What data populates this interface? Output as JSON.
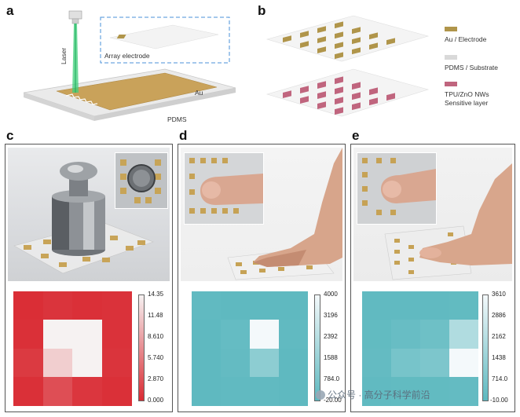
{
  "panel_labels": {
    "a_top": "a",
    "b_top": "b",
    "c": "c",
    "d": "d",
    "e": "e"
  },
  "schematic_a": {
    "laser_label": "Laser",
    "array_label": "Array electrode",
    "au_label": "Au",
    "pdms_label": "PDMS"
  },
  "legend_b": {
    "items": [
      {
        "label": "Au / Electrode",
        "color": "#b0954a"
      },
      {
        "label": "PDMS / Substrate",
        "color": "#d9d9d9"
      },
      {
        "label": "TPU/ZnO NWs",
        "label2": "Sensitive layer",
        "color": "#c0657e"
      }
    ]
  },
  "heatmaps": {
    "c": {
      "colors": [
        "#d92a32",
        "#f6f2f2"
      ],
      "ticks": [
        "14.35",
        "11.48",
        "8.610",
        "5.740",
        "2.870",
        "0.000"
      ],
      "grid": [
        [
          0.02,
          0.05,
          0.03,
          0.04
        ],
        [
          0.03,
          1.0,
          1.0,
          0.04
        ],
        [
          0.08,
          0.82,
          1.0,
          0.05
        ],
        [
          0.03,
          0.18,
          0.06,
          0.03
        ]
      ]
    },
    "d": {
      "colors": [
        "#5cb8bf",
        "#f4f9fb"
      ],
      "ticks": [
        "4000",
        "3196",
        "2392",
        "1588",
        "784.0",
        "-20.00"
      ],
      "grid": [
        [
          0.03,
          0.02,
          0.02,
          0.02
        ],
        [
          0.02,
          0.06,
          1.0,
          0.03
        ],
        [
          0.02,
          0.05,
          0.32,
          0.02
        ],
        [
          0.02,
          0.03,
          0.03,
          0.02
        ]
      ]
    },
    "e": {
      "colors": [
        "#5cb8bf",
        "#f4f9fb"
      ],
      "ticks": [
        "3610",
        "2886",
        "2162",
        "1438",
        "714.0",
        "-10.00"
      ],
      "grid": [
        [
          0.03,
          0.03,
          0.03,
          0.04
        ],
        [
          0.04,
          0.08,
          0.12,
          0.55
        ],
        [
          0.05,
          0.18,
          0.22,
          1.0
        ],
        [
          0.03,
          0.04,
          0.04,
          0.05
        ]
      ]
    }
  },
  "watermark": "公众号 · 高分子科学前沿"
}
